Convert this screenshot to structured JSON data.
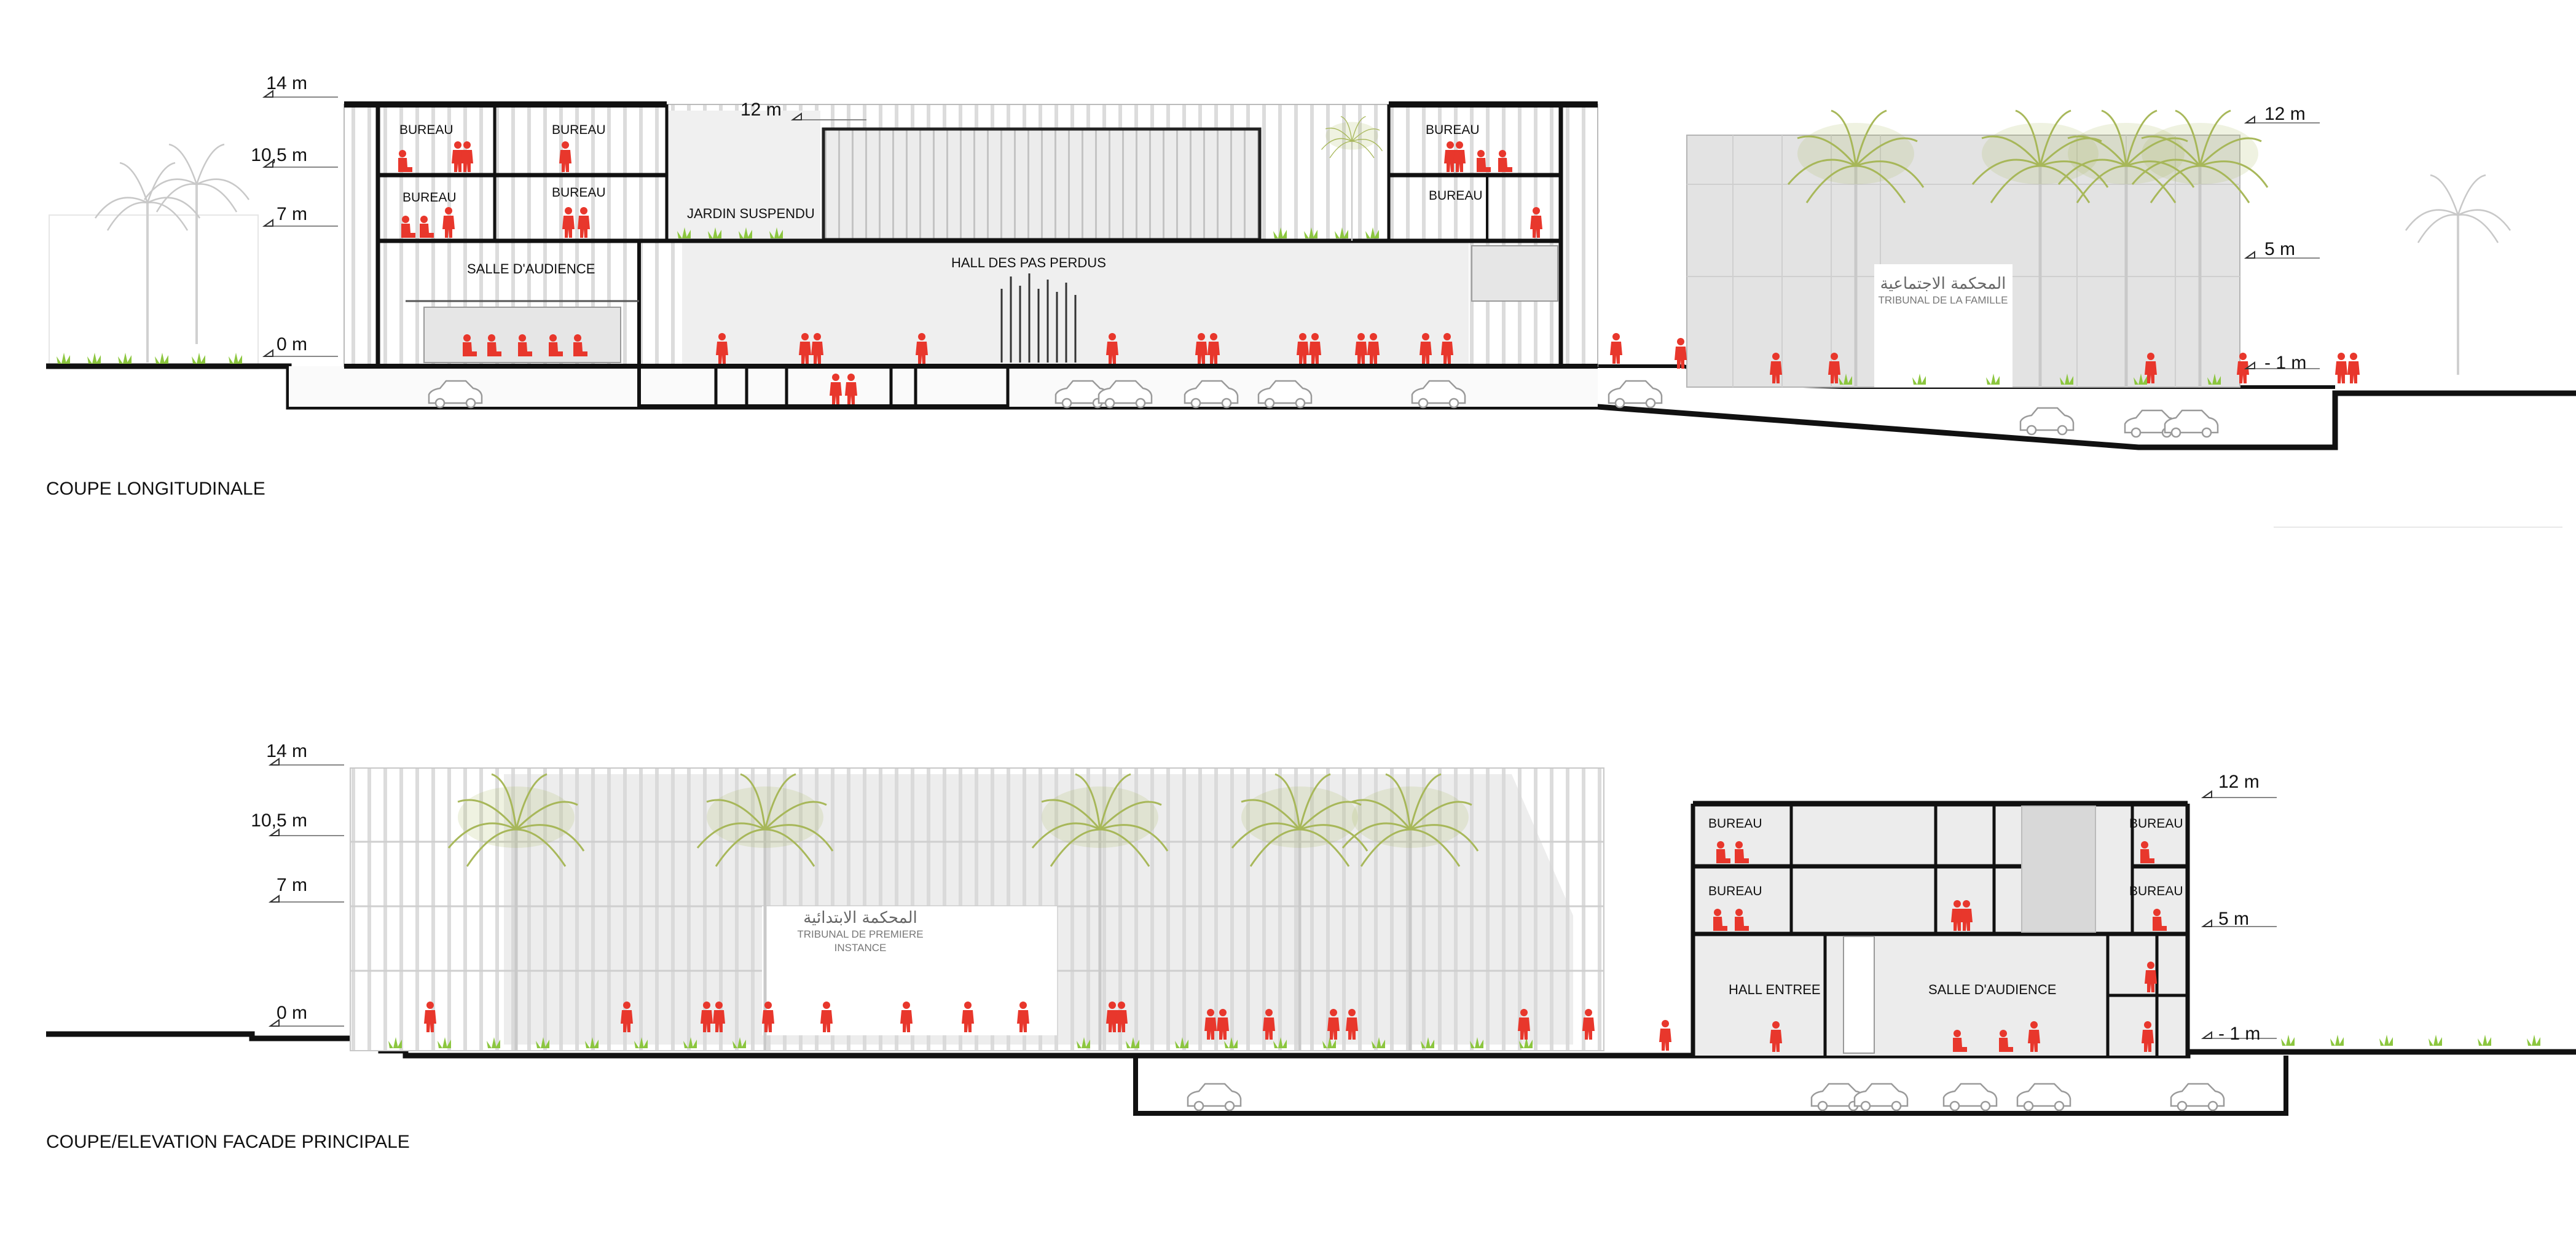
{
  "drawings": [
    {
      "title": "COUPE LONGITUDINALE",
      "levels_left": [
        "14 m",
        "10,5 m",
        "7 m",
        "0 m"
      ],
      "levels_right": [
        "12 m",
        "5 m",
        "- 1 m"
      ],
      "level_mid": "12 m",
      "rooms": [
        "BUREAU",
        "BUREAU",
        "BUREAU",
        "BUREAU",
        "SALLE D'AUDIENCE",
        "JARDIN SUSPENDU",
        "HALL DES PAS PERDUS",
        "BUREAU",
        "BUREAU"
      ],
      "sign_arabic": "المحكمة الاجتماعية",
      "sign_french": [
        "TRIBUNAL DE LA FAMILLE"
      ]
    },
    {
      "title": "COUPE/ELEVATION FACADE PRINCIPALE",
      "levels_left": [
        "14 m",
        "10,5 m",
        "7 m",
        "0 m"
      ],
      "levels_right": [
        "12 m",
        "5 m",
        "- 1 m"
      ],
      "rooms": [
        "BUREAU",
        "BUREAU",
        "BUREAU",
        "BUREAU",
        "HALL ENTREE",
        "SALLE D'AUDIENCE"
      ],
      "sign_arabic": "المحكمة الابتدائية",
      "sign_french": [
        "TRIBUNAL DE PREMIERE",
        "INSTANCE"
      ]
    }
  ],
  "colors": {
    "ink": "#111111",
    "people": "#e8372c",
    "planting": "#8cc63f",
    "palm": "#a8b85a",
    "fill_grey": "#e3e3e3",
    "outline_grey": "#b5b5b5"
  },
  "icons": [
    "palm-tree-icon",
    "person-silhouette-icon",
    "car-icon",
    "level-marker-icon"
  ]
}
